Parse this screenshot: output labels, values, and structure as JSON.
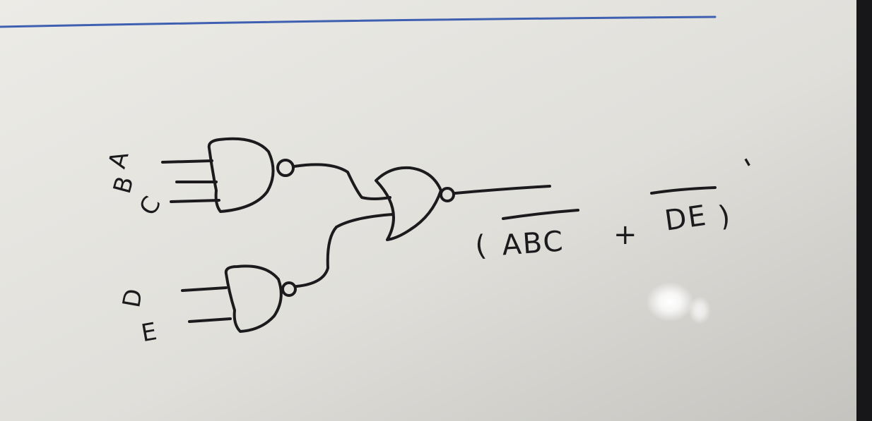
{
  "colors": {
    "background_light": "#ecebe6",
    "background_mid": "#d8d7d2",
    "background_dark": "#b9b8b3",
    "ink": "#1b1b1d",
    "ruled_line": "#3f5fb0",
    "glare": "#ffffff",
    "bezel": "#17171a"
  },
  "diagram": {
    "inputs": [
      "A",
      "B",
      "C",
      "D",
      "E"
    ],
    "gates": [
      {
        "id": "g1",
        "kind": "NAND",
        "inputs": [
          "A",
          "B",
          "C"
        ]
      },
      {
        "id": "g2",
        "kind": "NAND",
        "inputs": [
          "D",
          "E"
        ]
      },
      {
        "id": "g3",
        "kind": "NOR",
        "inputs": [
          "g1",
          "g2"
        ]
      }
    ],
    "output_expression": {
      "open_paren": "(",
      "term1": "ABC",
      "plus": "+",
      "term2": "DE",
      "close_paren": ")",
      "prime": "'"
    }
  }
}
